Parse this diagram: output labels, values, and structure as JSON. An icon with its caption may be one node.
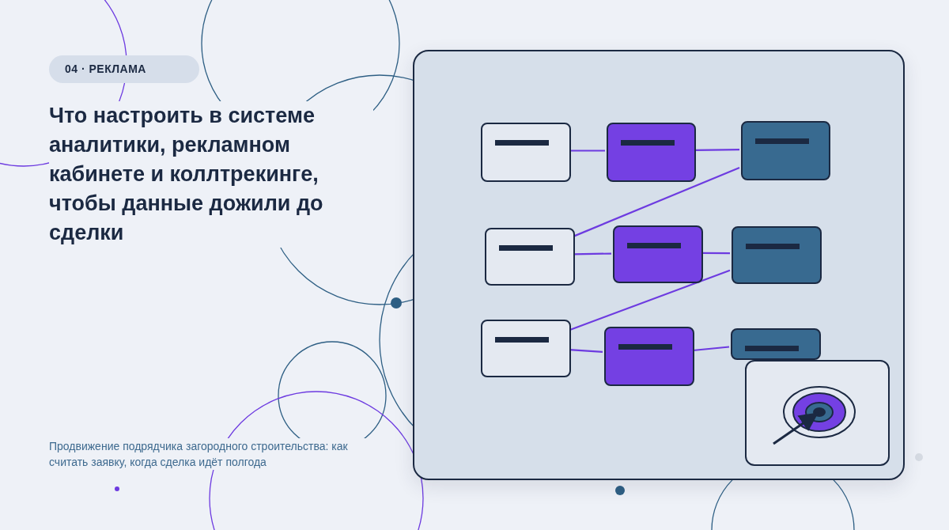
{
  "diagram": {
    "title": "Что настроить в системе аналитики, рекламном кабинете и коллтрекинге, чтобы данные дожили до сделки",
    "caption": "Продвижение подрядчика загородного строительства: как считать заявку, когда сделка идёт полгода",
    "labels": [
      "04 · РЕКЛАМА"
    ],
    "nodes": [
      {
        "text": [],
        "shape": "box"
      },
      {
        "text": [],
        "shape": "box",
        "in": 0
      },
      {
        "text": [],
        "shape": "box",
        "in": 0
      },
      {
        "text": [],
        "shape": "box",
        "in": 0
      },
      {
        "text": [],
        "shape": "box",
        "in": 0
      },
      {
        "text": [],
        "shape": "box",
        "in": 0
      },
      {
        "text": [],
        "shape": "box",
        "in": 0
      },
      {
        "text": [],
        "shape": "box",
        "in": 0
      },
      {
        "text": [],
        "shape": "box",
        "in": 0
      },
      {
        "text": [],
        "shape": "box",
        "in": 0
      },
      {
        "text": [],
        "shape": "picture",
        "in": 0
      }
    ],
    "edges": [
      {
        "from": 1,
        "to": 2,
        "arrow": "none"
      },
      {
        "from": 2,
        "to": 3,
        "arrow": "none"
      },
      {
        "from": 3,
        "to": 4,
        "arrow": "none"
      },
      {
        "from": 4,
        "to": 5,
        "arrow": "none"
      },
      {
        "from": 5,
        "to": 6,
        "arrow": "none"
      },
      {
        "from": 6,
        "to": 7,
        "arrow": "none"
      },
      {
        "from": 7,
        "to": 8,
        "arrow": "none"
      },
      {
        "from": 8,
        "to": 9,
        "arrow": "none"
      }
    ]
  }
}
